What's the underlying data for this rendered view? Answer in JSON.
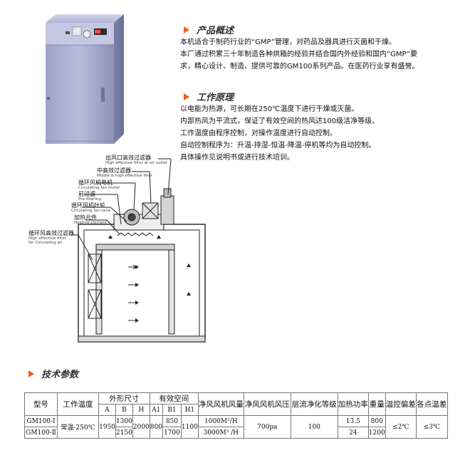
{
  "overview": {
    "title": "产品概述",
    "lines": [
      "本机适合于制药行业的“GMP”管理，对药品及器具进行灭菌和干燥。",
      "本厂通过积累三十年制造各种烘箱的经验并结合国内外经验和国内“GMP”要",
      "求，精心设计、制造、提供可靠的GM100系列产品。在医药行业享有盛誉。"
    ]
  },
  "principle": {
    "title": "工作原理",
    "lines": [
      "以电能为热源，可长期在250℃温度下进行干燥或灭菌。",
      "内部热风为平流式，保证了有效空间的热风达100级洁净等级。",
      "工作温度由程序控制，对操作温度进行自动控制。",
      "自动控制程序为：升温-排湿-恒温-降温-停机等均为自动控制。",
      "具体操作见说明书或进行技术培训。"
    ]
  },
  "diagram": {
    "labels": [
      {
        "cn": "出风口高效过滤器",
        "en": "High effective filter at air outlet"
      },
      {
        "cn": "中高效过滤器",
        "en": "Middle & high effective filter"
      },
      {
        "cn": "循环风机电机",
        "en": "Circulating fan motor"
      },
      {
        "cn": "前过滤",
        "en": "Pre-filtering"
      },
      {
        "cn": "循环风机叶轮",
        "en": "Circulating fan vane"
      },
      {
        "cn": "加热元件",
        "en": "Heating element"
      },
      {
        "cn": "循环风高效过滤器",
        "en": "High effective filter for Circulating air"
      }
    ]
  },
  "specs": {
    "title": "技术参数",
    "headers": {
      "model": "型号",
      "temp": "工作温度",
      "outer": "外形尺寸",
      "effective": "有效空间",
      "fan_volume": "净风风机风量",
      "fan_pressure": "净风风机风压",
      "clean_level": "层流净化等级",
      "heat_power": "加热功率",
      "weight": "重量",
      "temp_dev": "温控偏差",
      "point_diff": "各点温差"
    },
    "sub": {
      "A": "A",
      "B": "B",
      "H": "H",
      "A1": "A1",
      "B1": "B1",
      "H1": "H1"
    },
    "rows": [
      {
        "model": "GM100-Ⅰ",
        "B": "1300",
        "B1": "850",
        "fan_volume": "1000M³/H",
        "heat_power": "13.5",
        "weight": "800"
      },
      {
        "model": "GM100-Ⅱ",
        "B": "2150",
        "B1": "1700",
        "fan_volume": "3000M³ /H",
        "heat_power": "24",
        "weight": "1200"
      }
    ],
    "shared": {
      "temp": "常温-250℃",
      "A": "1950",
      "H": "2000",
      "A1": "800",
      "H1": "1100",
      "fan_pressure": "700pa",
      "clean_level": "100",
      "temp_dev": "≤2℃",
      "point_diff": "≤3℃"
    }
  }
}
